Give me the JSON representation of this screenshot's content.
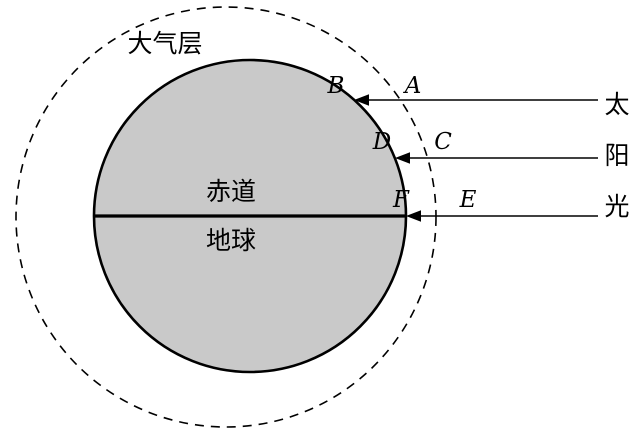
{
  "figure": {
    "type": "earth-atmosphere-sunlight-diagram",
    "labels": {
      "atmosphere": "大气层",
      "equator": "赤道",
      "earth": "地球",
      "sunlight": "太阳光"
    },
    "sunlight_chars": [
      "太",
      "阳",
      "光"
    ],
    "rays": [
      {
        "outer": "A",
        "inner": "B"
      },
      {
        "outer": "C",
        "inner": "D"
      },
      {
        "outer": "E",
        "inner": "F"
      }
    ],
    "colors": {
      "earth_fill": "#c9c9c9",
      "line": "#000000",
      "background": "#ffffff"
    }
  }
}
